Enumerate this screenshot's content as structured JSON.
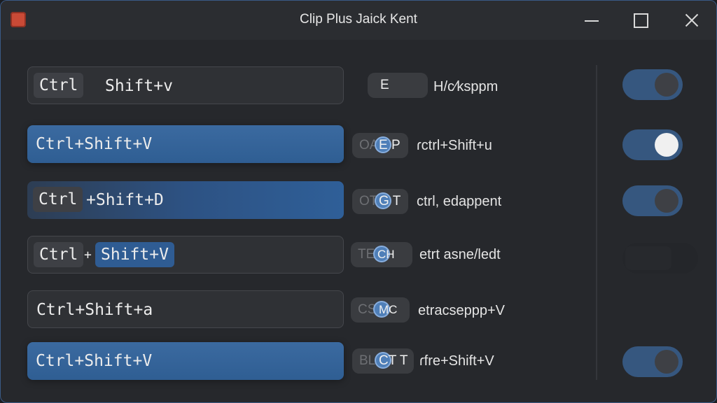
{
  "window": {
    "title": "Clip Plus Jaick Kent"
  },
  "rows": [
    {
      "field_style": "dark",
      "keycap": "Ctrl",
      "field_text": "Shift+v",
      "pill_ghost": "",
      "pill_code": "E",
      "desc": "H/c⁄ksppm",
      "toggle": "on-blue"
    },
    {
      "field_style": "blue",
      "field_text": "Ctrl+Shift+V",
      "pill_ghost": "OA",
      "pill_code": "E P",
      "desc": "ɾctrl+Shift+u",
      "toggle": "on-white"
    },
    {
      "field_style": "blue-gradient",
      "keycap": "Ctrl",
      "field_text": "+Shift+D",
      "pill_ghost": "OT",
      "pill_code": "G T",
      "desc": "ctrl, edappent",
      "toggle": "on-blue"
    },
    {
      "field_style": "dark",
      "keycap": "Ctrl",
      "field_plus": "+",
      "keycap2": "Shift+V",
      "pill_ghost": "TE",
      "pill_code": "CH",
      "desc": "etrt asne/ledt",
      "toggle": "off"
    },
    {
      "field_style": "dark",
      "field_text": "Ctrl+Shift+a",
      "pill_ghost": "CS",
      "pill_code": "MC",
      "desc": "etracseppp+V",
      "toggle": "none"
    },
    {
      "field_style": "blue",
      "field_text": "Ctrl+Shift+V",
      "pill_ghost": "BL",
      "pill_code": "CT T",
      "desc": "ɾfre+Shift+V",
      "toggle": "on-blue"
    }
  ]
}
